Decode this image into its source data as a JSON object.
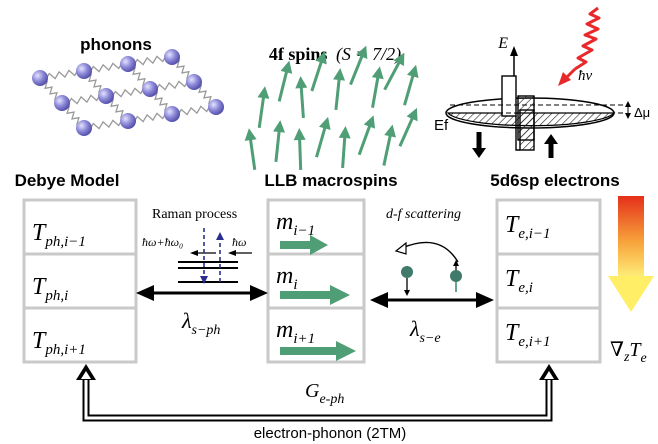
{
  "columns": {
    "phonons": {
      "title": "phonons",
      "model_label": "Debye Model",
      "cells": [
        "T_{ph,i−1}",
        "T_{ph,i}",
        "T_{ph,i+1}"
      ]
    },
    "spins": {
      "title_bold": "4f spins",
      "title_extra": "(S = 7/2)",
      "model_label": "LLB macrospins",
      "cells": [
        "m_{i−1}",
        "m_{i}",
        "m_{i+1}"
      ]
    },
    "electrons": {
      "model_label": "5d6sp electrons",
      "cells": [
        "T_{e,i−1}",
        "T_{e,i}",
        "T_{e,i+1}"
      ]
    }
  },
  "band": {
    "energy_axis": "E",
    "fermi_label": "Ef",
    "delta_mu": "Δμ",
    "photon": "ħν"
  },
  "raman": {
    "title": "Raman process",
    "left_label": "ħω+ħω₀",
    "right_label": "ħω"
  },
  "df_scattering": {
    "title": "d-f scattering"
  },
  "couplings": {
    "lambda_sph": "λ_{s−ph}",
    "lambda_se": "λ_{s−e}",
    "g_eph": "G_{e-ph}",
    "bottom_label": "electron-phonon (2TM)"
  },
  "gradient_label": "∇_z T_e",
  "colors": {
    "green": "#4f9e75",
    "atom": "#7a78c8",
    "cell_border": "#c9c9c9",
    "laser": "#e8282b",
    "gradient_top": "#e8401c",
    "gradient_bottom": "#ffee66",
    "dashed_blue": "#2a2f8f"
  }
}
